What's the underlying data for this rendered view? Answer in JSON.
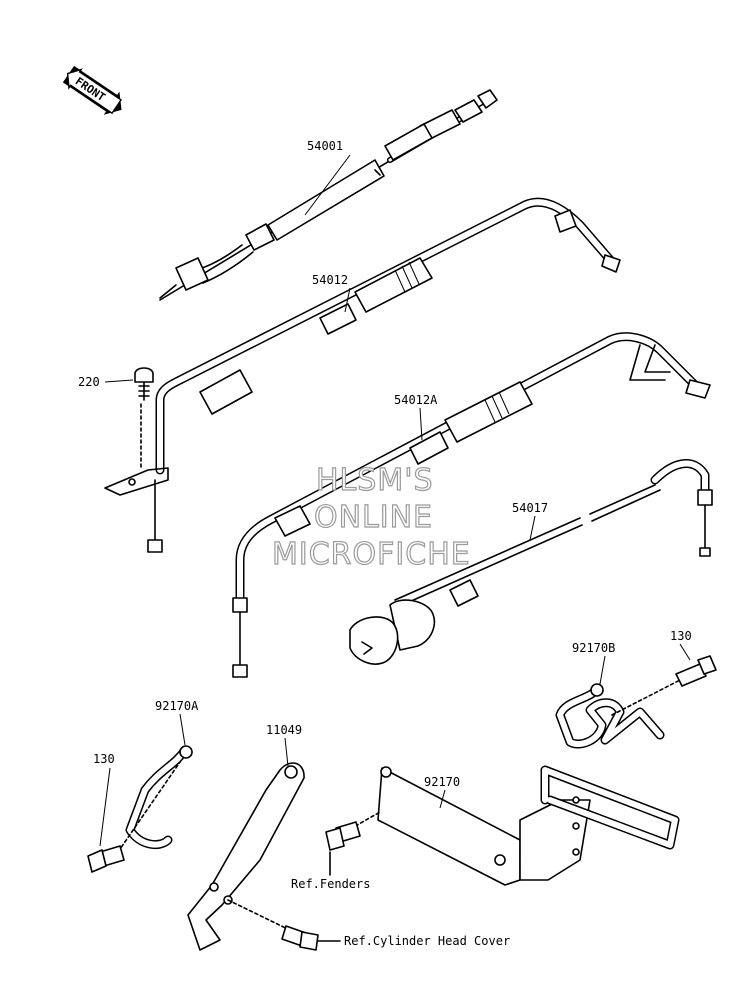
{
  "front_marker": {
    "text": "FRONT"
  },
  "parts": [
    {
      "number": "54001"
    },
    {
      "number": "54012"
    },
    {
      "number": "54012A"
    },
    {
      "number": "54017"
    },
    {
      "number": "220"
    },
    {
      "number": "92170A"
    },
    {
      "number": "92170B"
    },
    {
      "number": "130"
    },
    {
      "number": "130"
    },
    {
      "number": "11049"
    },
    {
      "number": "92170"
    }
  ],
  "references": [
    {
      "text": "Ref.Fenders"
    },
    {
      "text": "Ref.Cylinder Head Cover"
    }
  ],
  "watermark": {
    "lines": [
      "HLSM'S",
      "ONLINE",
      "MICROFICHE"
    ]
  }
}
